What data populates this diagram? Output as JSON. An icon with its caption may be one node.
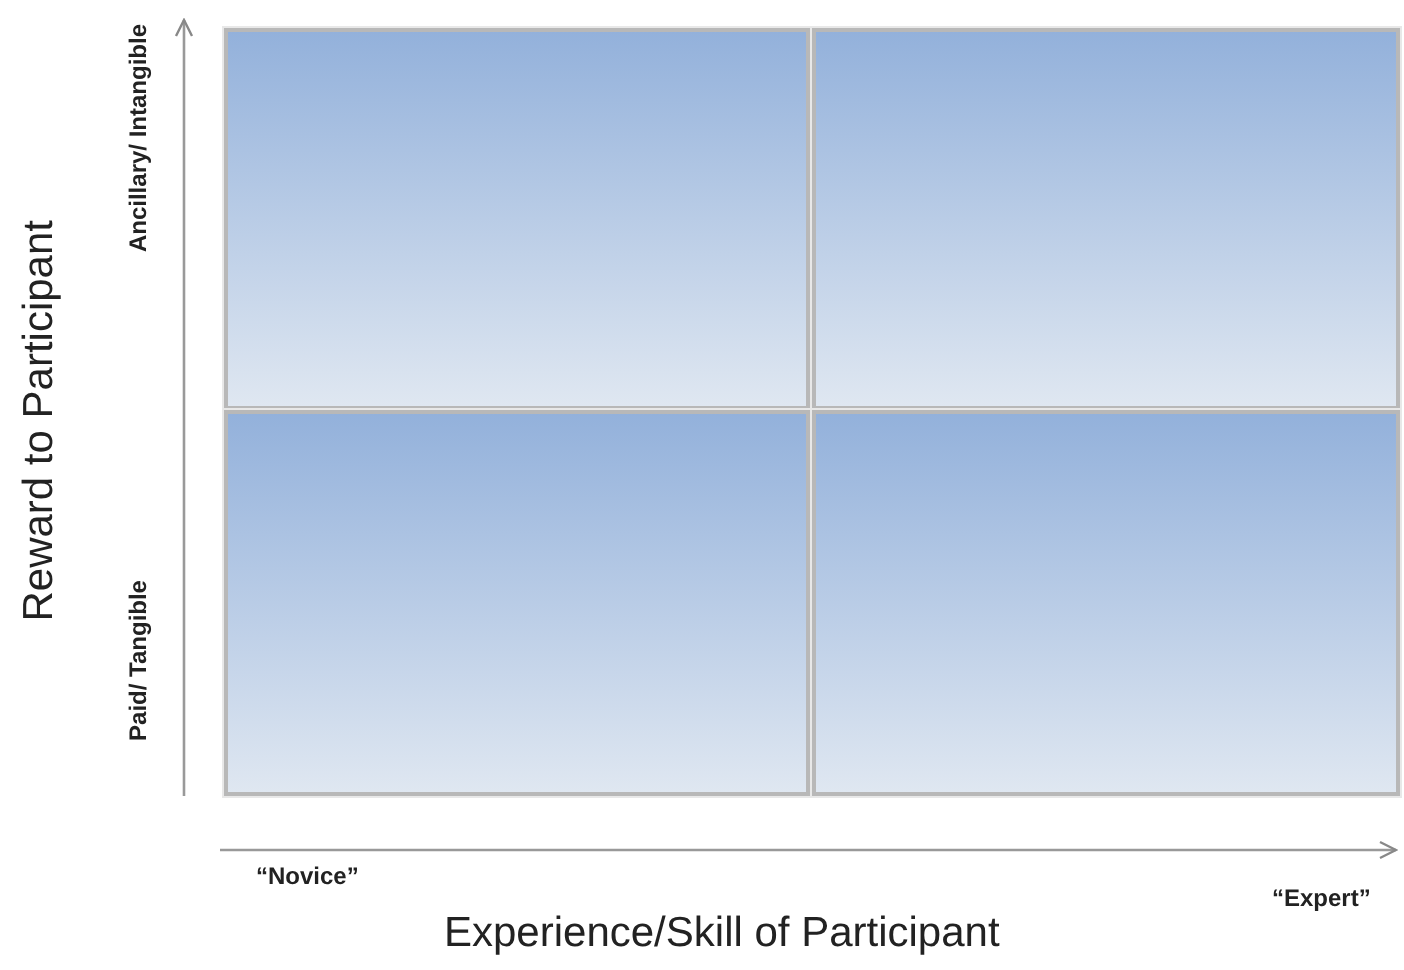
{
  "diagram": {
    "nodes": [
      {
        "text": [],
        "shape": "box"
      },
      {
        "text": [],
        "shape": "box"
      },
      {
        "text": [],
        "shape": "box"
      },
      {
        "text": [],
        "shape": "box"
      }
    ],
    "labels": [
      "Reward to Participant",
      "Ancillary/ Intangible",
      "Paid/ Tangible",
      "“Novice”",
      "“Expert”",
      "Experience/Skill of Participant"
    ]
  }
}
